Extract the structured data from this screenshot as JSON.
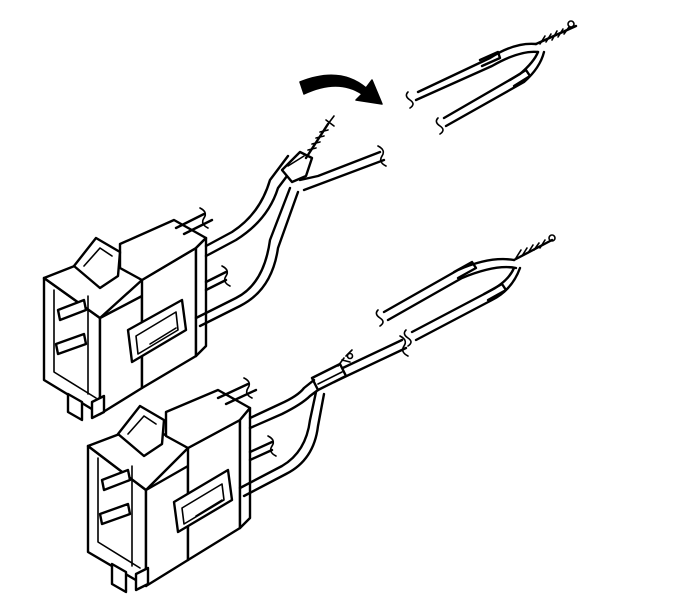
{
  "diagram": {
    "description_visible_text": "",
    "colors": {
      "ink": "#000000",
      "paper": "#ffffff"
    },
    "parts": [
      "upper-connector",
      "lower-connector",
      "twisted-pair-wire",
      "splice-sleeve",
      "direction-arrow"
    ]
  }
}
